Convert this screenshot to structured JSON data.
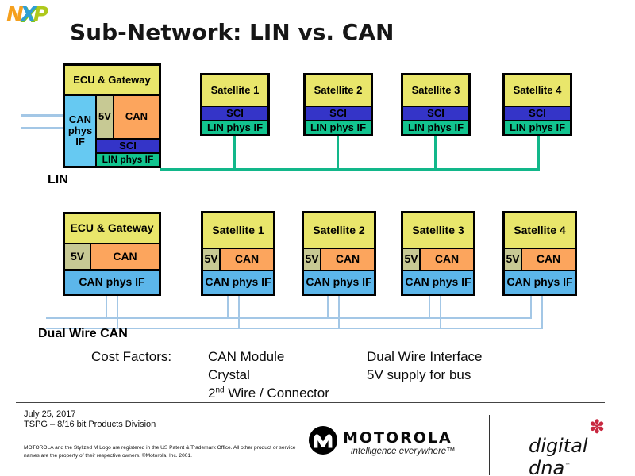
{
  "logo": {
    "n": "N",
    "x": "X",
    "p": "P"
  },
  "title": "Sub-Network: LIN vs. CAN",
  "lin": {
    "label": "LIN",
    "ecu": {
      "header": "ECU & Gateway",
      "can_phys": "CAN phys IF",
      "v5": "5V",
      "can": "CAN",
      "sci": "SCI",
      "lin_phys": "LIN phys IF"
    },
    "satellites": [
      {
        "name": "Satellite 1",
        "sci": "SCI",
        "lin_phys": "LIN phys IF"
      },
      {
        "name": "Satellite 2",
        "sci": "SCI",
        "lin_phys": "LIN phys IF"
      },
      {
        "name": "Satellite 3",
        "sci": "SCI",
        "lin_phys": "LIN phys IF"
      },
      {
        "name": "Satellite 4",
        "sci": "SCI",
        "lin_phys": "LIN phys IF"
      }
    ]
  },
  "dual_can": {
    "label": "Dual Wire CAN",
    "ecu": {
      "header": "ECU & Gateway",
      "v5": "5V",
      "can": "CAN",
      "can_phys": "CAN phys IF"
    },
    "satellites": [
      {
        "name": "Satellite 1",
        "v5": "5V",
        "can": "CAN",
        "can_phys": "CAN phys IF"
      },
      {
        "name": "Satellite 2",
        "v5": "5V",
        "can": "CAN",
        "can_phys": "CAN phys IF"
      },
      {
        "name": "Satellite 3",
        "v5": "5V",
        "can": "CAN",
        "can_phys": "CAN phys IF"
      },
      {
        "name": "Satellite 4",
        "v5": "5V",
        "can": "CAN",
        "can_phys": "CAN phys IF"
      }
    ]
  },
  "cost": {
    "label": "Cost Factors:",
    "col1_item1": "CAN Module",
    "col1_item2": "Crystal",
    "col1_item3_num": "2",
    "col1_item3_sup": "nd",
    "col1_item3_rest": " Wire / Connector",
    "col2_item1": "Dual Wire Interface",
    "col2_item2": "5V supply for bus"
  },
  "footer": {
    "date": "July 25, 2017",
    "division": "TSPG – 8/16 bit Products Division",
    "legal": "MOTOROLA and the Stylized M Logo are registered in the US Patent & Trademark Office. All other product or service names are the property of their respective owners.  ©Motorola, Inc. 2001.",
    "motorola": "MOTOROLA",
    "tagline": "intelligence everywhere™",
    "dna": "digital dna",
    "dna_tm": "™",
    "dna_star": "✽"
  },
  "colors": {
    "box_yellow": "#E9E66B",
    "box_skyblue_top": "#66C9F2",
    "box_skyblue_bottom": "#5CB6EA",
    "box_olive": "#C7C994",
    "box_orange": "#FCA55D",
    "box_blue": "#3434C8",
    "box_green": "#12C48F",
    "wire_green": "#12B78A",
    "wire_blue": "#A3C7E6",
    "dna_red": "#C82840"
  }
}
